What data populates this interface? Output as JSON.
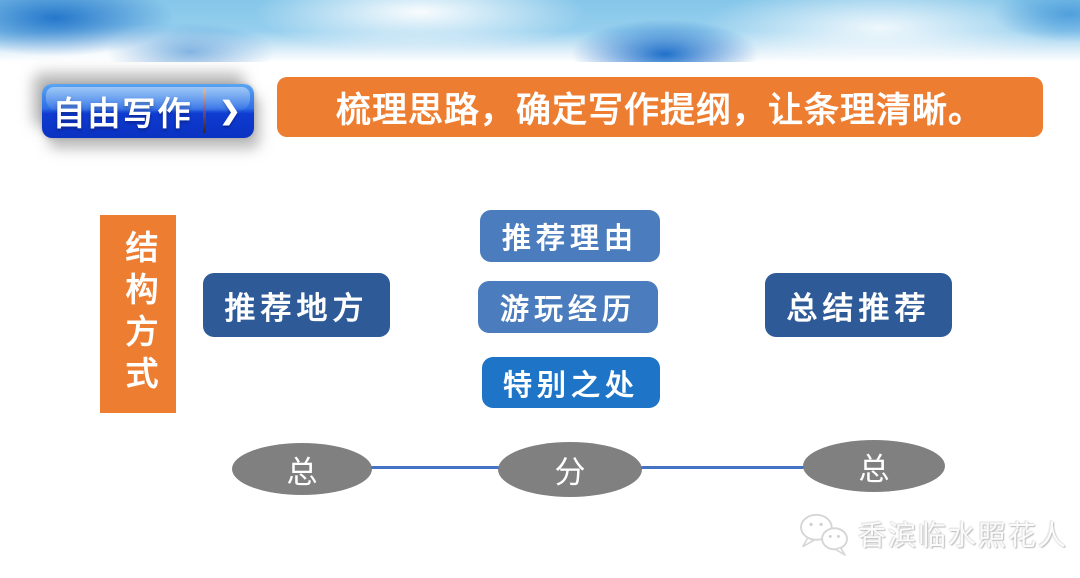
{
  "header": {
    "badge": {
      "label": "自由写作",
      "chevron": "❯",
      "bg_top": "#59A4F2",
      "bg_bottom": "#0A32C2"
    },
    "banner": {
      "text": "梳理思路，确定写作提纲，让条理清晰。",
      "bg": "#ED7D31",
      "text_color": "#FFFFFF"
    }
  },
  "diagram": {
    "side_label": {
      "text": "结构方式",
      "bg": "#ED7D31"
    },
    "boxes": [
      {
        "label": "推荐地方",
        "bg": "#2E5B97"
      },
      {
        "label": "推荐理由",
        "bg": "#4A7CBE"
      },
      {
        "label": "游玩经历",
        "bg": "#4A7CBE"
      },
      {
        "label": "特别之处",
        "bg": "#1E74C6"
      },
      {
        "label": "总结推荐",
        "bg": "#2E5B97"
      }
    ],
    "flow": {
      "nodes": [
        {
          "label": "总"
        },
        {
          "label": "分"
        },
        {
          "label": "总"
        }
      ],
      "node_bg": "#808080",
      "connector_color": "#4472C4"
    }
  },
  "watermark": {
    "text": "香滨临水照花人",
    "icon": "wechat-icon"
  }
}
